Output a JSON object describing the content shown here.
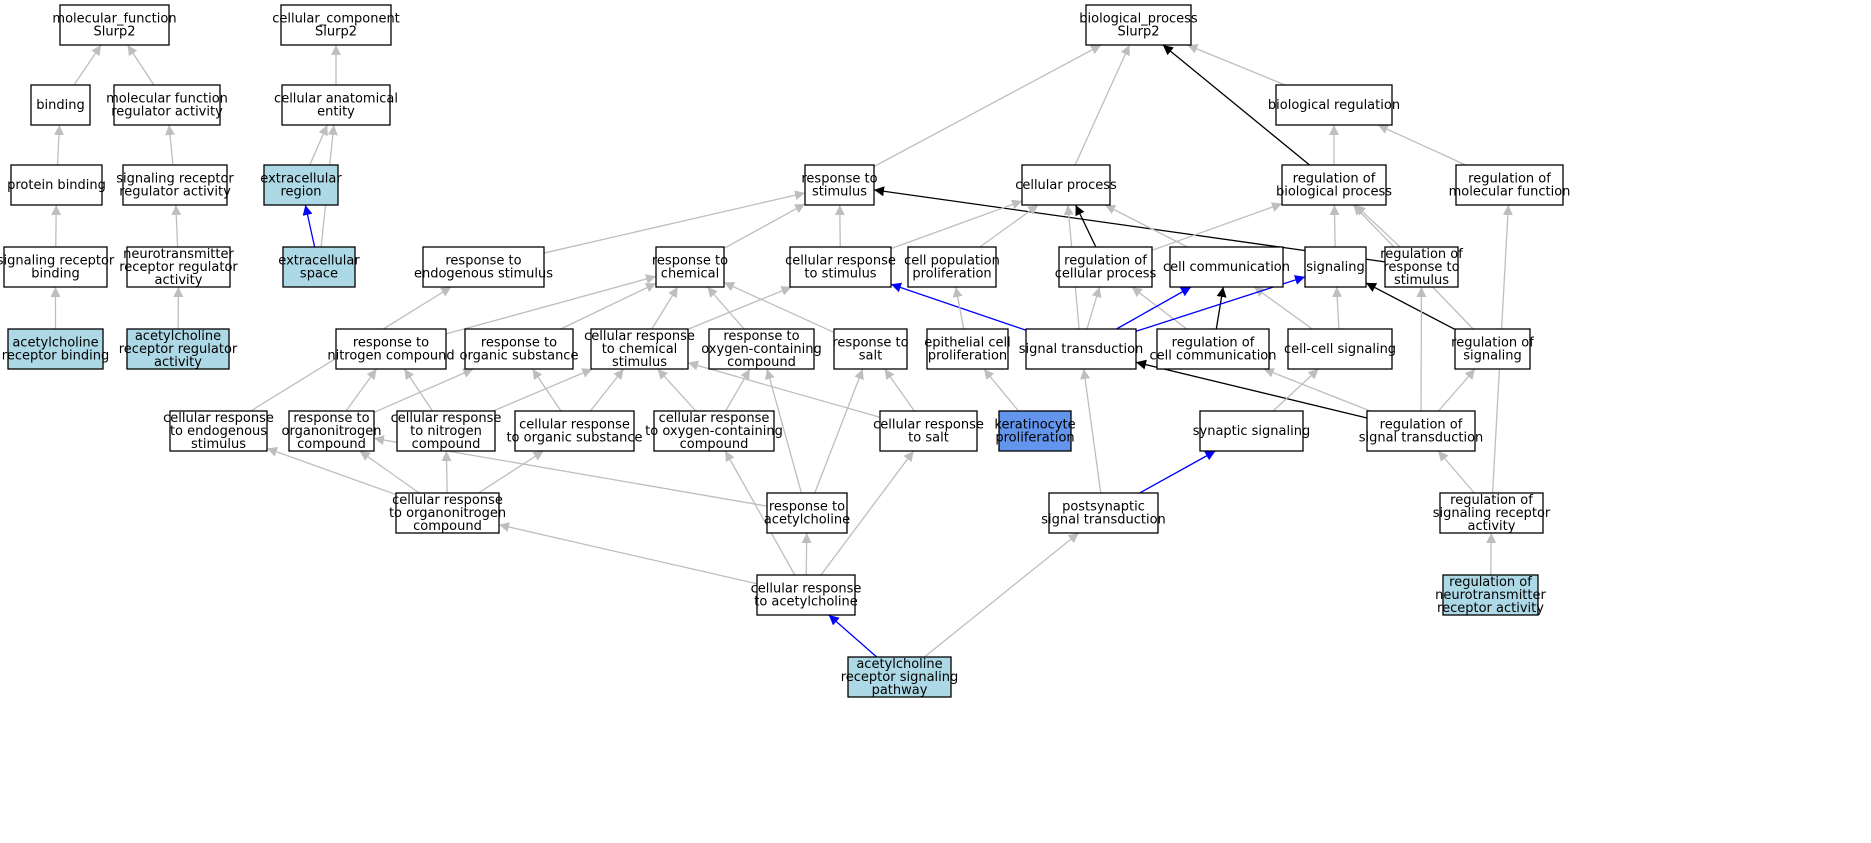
{
  "colors": {
    "default_fill": "#ffffff",
    "highlight_fill": "#add8e6",
    "focus_fill": "#6495ed",
    "edge_gray": "#bebebe",
    "edge_black": "#000000",
    "edge_blue": "#0000ff"
  },
  "nodes": [
    {
      "id": "mf_root",
      "lines": [
        "molecular_function",
        "Slurp2"
      ],
      "fill": "default"
    },
    {
      "id": "cc_root",
      "lines": [
        "cellular_component",
        "Slurp2"
      ],
      "fill": "default"
    },
    {
      "id": "bp_root",
      "lines": [
        "biological_process",
        "Slurp2"
      ],
      "fill": "default"
    },
    {
      "id": "binding",
      "lines": [
        "binding"
      ],
      "fill": "default"
    },
    {
      "id": "mf_reg",
      "lines": [
        "molecular function",
        "regulator activity"
      ],
      "fill": "default"
    },
    {
      "id": "cae",
      "lines": [
        "cellular anatomical",
        "entity"
      ],
      "fill": "default"
    },
    {
      "id": "bio_reg",
      "lines": [
        "biological regulation"
      ],
      "fill": "default"
    },
    {
      "id": "protein_binding",
      "lines": [
        "protein binding"
      ],
      "fill": "default"
    },
    {
      "id": "srra",
      "lines": [
        "signaling receptor",
        "regulator activity"
      ],
      "fill": "default"
    },
    {
      "id": "extra_region",
      "lines": [
        "extracellular",
        "region"
      ],
      "fill": "highlight"
    },
    {
      "id": "resp_stim",
      "lines": [
        "response to",
        "stimulus"
      ],
      "fill": "default"
    },
    {
      "id": "cell_proc",
      "lines": [
        "cellular process"
      ],
      "fill": "default"
    },
    {
      "id": "reg_bio_proc",
      "lines": [
        "regulation of",
        "biological process"
      ],
      "fill": "default"
    },
    {
      "id": "reg_mol_func",
      "lines": [
        "regulation of",
        "molecular function"
      ],
      "fill": "default"
    },
    {
      "id": "srb",
      "lines": [
        "signaling receptor",
        "binding"
      ],
      "fill": "default"
    },
    {
      "id": "nrra",
      "lines": [
        "neurotransmitter",
        "receptor regulator",
        "activity"
      ],
      "fill": "default"
    },
    {
      "id": "extra_space",
      "lines": [
        "extracellular",
        "space"
      ],
      "fill": "highlight"
    },
    {
      "id": "resp_endo",
      "lines": [
        "response to",
        "endogenous stimulus"
      ],
      "fill": "default"
    },
    {
      "id": "resp_chem",
      "lines": [
        "response to",
        "chemical"
      ],
      "fill": "default"
    },
    {
      "id": "cell_resp_stim",
      "lines": [
        "cellular response",
        "to stimulus"
      ],
      "fill": "default"
    },
    {
      "id": "cell_pop_prolif",
      "lines": [
        "cell population",
        "proliferation"
      ],
      "fill": "default"
    },
    {
      "id": "reg_cell_proc",
      "lines": [
        "regulation of",
        "cellular process"
      ],
      "fill": "default"
    },
    {
      "id": "cell_comm",
      "lines": [
        "cell communication"
      ],
      "fill": "default"
    },
    {
      "id": "signaling",
      "lines": [
        "signaling"
      ],
      "fill": "default"
    },
    {
      "id": "reg_resp_stim",
      "lines": [
        "regulation of",
        "response to",
        "stimulus"
      ],
      "fill": "default"
    },
    {
      "id": "achrb",
      "lines": [
        "acetylcholine",
        "receptor binding"
      ],
      "fill": "highlight"
    },
    {
      "id": "achrra",
      "lines": [
        "acetylcholine",
        "receptor regulator",
        "activity"
      ],
      "fill": "highlight"
    },
    {
      "id": "resp_nitro",
      "lines": [
        "response to",
        "nitrogen compound"
      ],
      "fill": "default"
    },
    {
      "id": "resp_org",
      "lines": [
        "response to",
        "organic substance"
      ],
      "fill": "default"
    },
    {
      "id": "cell_resp_chem",
      "lines": [
        "cellular response",
        "to chemical",
        "stimulus"
      ],
      "fill": "default"
    },
    {
      "id": "resp_oxy",
      "lines": [
        "response to",
        "oxygen-containing",
        "compound"
      ],
      "fill": "default"
    },
    {
      "id": "resp_salt",
      "lines": [
        "response to",
        "salt"
      ],
      "fill": "default"
    },
    {
      "id": "epi_prolif",
      "lines": [
        "epithelial cell",
        "proliferation"
      ],
      "fill": "default"
    },
    {
      "id": "sig_trans",
      "lines": [
        "signal transduction"
      ],
      "fill": "default"
    },
    {
      "id": "reg_cell_comm",
      "lines": [
        "regulation of",
        "cell communication"
      ],
      "fill": "default"
    },
    {
      "id": "cc_sig",
      "lines": [
        "cell-cell signaling"
      ],
      "fill": "default"
    },
    {
      "id": "reg_sig",
      "lines": [
        "regulation of",
        "signaling"
      ],
      "fill": "default"
    },
    {
      "id": "cell_resp_endo",
      "lines": [
        "cellular response",
        "to endogenous",
        "stimulus"
      ],
      "fill": "default"
    },
    {
      "id": "resp_orgnitro",
      "lines": [
        "response to",
        "organonitrogen",
        "compound"
      ],
      "fill": "default"
    },
    {
      "id": "cell_resp_nitro",
      "lines": [
        "cellular response",
        "to nitrogen",
        "compound"
      ],
      "fill": "default"
    },
    {
      "id": "cell_resp_org",
      "lines": [
        "cellular response",
        "to organic substance"
      ],
      "fill": "default"
    },
    {
      "id": "cell_resp_oxy",
      "lines": [
        "cellular response",
        "to oxygen-containing",
        "compound"
      ],
      "fill": "default"
    },
    {
      "id": "cell_resp_salt",
      "lines": [
        "cellular response",
        "to salt"
      ],
      "fill": "default"
    },
    {
      "id": "kera_prolif",
      "lines": [
        "keratinocyte",
        "proliferation"
      ],
      "fill": "focus"
    },
    {
      "id": "syn_sig",
      "lines": [
        "synaptic signaling"
      ],
      "fill": "default"
    },
    {
      "id": "reg_sig_trans",
      "lines": [
        "regulation of",
        "signal transduction"
      ],
      "fill": "default"
    },
    {
      "id": "cell_resp_orgnitro",
      "lines": [
        "cellular response",
        "to organonitrogen",
        "compound"
      ],
      "fill": "default"
    },
    {
      "id": "resp_ach",
      "lines": [
        "response to",
        "acetylcholine"
      ],
      "fill": "default"
    },
    {
      "id": "post_sig",
      "lines": [
        "postsynaptic",
        "signal transduction"
      ],
      "fill": "default"
    },
    {
      "id": "reg_sr_act",
      "lines": [
        "regulation of",
        "signaling receptor",
        "activity"
      ],
      "fill": "default"
    },
    {
      "id": "cell_resp_ach",
      "lines": [
        "cellular response",
        "to acetylcholine"
      ],
      "fill": "default"
    },
    {
      "id": "reg_nt_act",
      "lines": [
        "regulation of",
        "neurotransmitter",
        "receptor activity"
      ],
      "fill": "highlight"
    },
    {
      "id": "achr_path",
      "lines": [
        "acetylcholine",
        "receptor signaling",
        "pathway"
      ],
      "fill": "highlight"
    }
  ],
  "edges": [
    {
      "from": "binding",
      "to": "mf_root",
      "color": "gray"
    },
    {
      "from": "mf_reg",
      "to": "mf_root",
      "color": "gray"
    },
    {
      "from": "protein_binding",
      "to": "binding",
      "color": "gray"
    },
    {
      "from": "srra",
      "to": "mf_reg",
      "color": "gray"
    },
    {
      "from": "srb",
      "to": "protein_binding",
      "color": "gray"
    },
    {
      "from": "nrra",
      "to": "srra",
      "color": "gray"
    },
    {
      "from": "achrb",
      "to": "srb",
      "color": "gray"
    },
    {
      "from": "achrra",
      "to": "nrra",
      "color": "gray"
    },
    {
      "from": "cae",
      "to": "cc_root",
      "color": "gray"
    },
    {
      "from": "extra_region",
      "to": "cae",
      "color": "gray"
    },
    {
      "from": "extra_space",
      "to": "extra_region",
      "color": "blue"
    },
    {
      "from": "extra_space",
      "to": "cae",
      "color": "gray"
    },
    {
      "from": "resp_stim",
      "to": "bp_root",
      "color": "gray"
    },
    {
      "from": "cell_proc",
      "to": "bp_root",
      "color": "gray"
    },
    {
      "from": "reg_bio_proc",
      "to": "bp_root",
      "color": "black"
    },
    {
      "from": "bio_reg",
      "to": "bp_root",
      "color": "gray"
    },
    {
      "from": "reg_bio_proc",
      "to": "bio_reg",
      "color": "gray"
    },
    {
      "from": "reg_mol_func",
      "to": "bio_reg",
      "color": "gray"
    },
    {
      "from": "resp_endo",
      "to": "resp_stim",
      "color": "gray"
    },
    {
      "from": "resp_chem",
      "to": "resp_stim",
      "color": "gray"
    },
    {
      "from": "cell_resp_stim",
      "to": "resp_stim",
      "color": "gray"
    },
    {
      "from": "reg_resp_stim",
      "to": "resp_stim",
      "color": "black"
    },
    {
      "from": "cell_resp_stim",
      "to": "cell_proc",
      "color": "gray"
    },
    {
      "from": "cell_pop_prolif",
      "to": "cell_proc",
      "color": "gray"
    },
    {
      "from": "reg_cell_proc",
      "to": "cell_proc",
      "color": "black"
    },
    {
      "from": "cell_comm",
      "to": "cell_proc",
      "color": "gray"
    },
    {
      "from": "sig_trans",
      "to": "cell_proc",
      "color": "gray"
    },
    {
      "from": "reg_cell_proc",
      "to": "reg_bio_proc",
      "color": "gray"
    },
    {
      "from": "signaling",
      "to": "reg_bio_proc",
      "color": "gray"
    },
    {
      "from": "reg_resp_stim",
      "to": "reg_bio_proc",
      "color": "gray"
    },
    {
      "from": "reg_sig",
      "to": "reg_bio_proc",
      "color": "gray"
    },
    {
      "from": "resp_nitro",
      "to": "resp_chem",
      "color": "gray"
    },
    {
      "from": "resp_org",
      "to": "resp_chem",
      "color": "gray"
    },
    {
      "from": "cell_resp_chem",
      "to": "resp_chem",
      "color": "gray"
    },
    {
      "from": "resp_oxy",
      "to": "resp_chem",
      "color": "gray"
    },
    {
      "from": "resp_salt",
      "to": "resp_chem",
      "color": "gray"
    },
    {
      "from": "cell_resp_chem",
      "to": "cell_resp_stim",
      "color": "gray"
    },
    {
      "from": "sig_trans",
      "to": "cell_resp_stim",
      "color": "blue"
    },
    {
      "from": "epi_prolif",
      "to": "cell_pop_prolif",
      "color": "gray"
    },
    {
      "from": "sig_trans",
      "to": "reg_cell_proc",
      "color": "gray"
    },
    {
      "from": "reg_cell_comm",
      "to": "reg_cell_proc",
      "color": "gray"
    },
    {
      "from": "sig_trans",
      "to": "cell_comm",
      "color": "blue"
    },
    {
      "from": "reg_cell_comm",
      "to": "cell_comm",
      "color": "black"
    },
    {
      "from": "cc_sig",
      "to": "cell_comm",
      "color": "gray"
    },
    {
      "from": "sig_trans",
      "to": "signaling",
      "color": "blue"
    },
    {
      "from": "cc_sig",
      "to": "signaling",
      "color": "gray"
    },
    {
      "from": "reg_sig",
      "to": "signaling",
      "color": "black"
    },
    {
      "from": "reg_sig_trans",
      "to": "reg_resp_stim",
      "color": "gray"
    },
    {
      "from": "cell_resp_endo",
      "to": "resp_endo",
      "color": "gray"
    },
    {
      "from": "resp_orgnitro",
      "to": "resp_nitro",
      "color": "gray"
    },
    {
      "from": "cell_resp_nitro",
      "to": "resp_nitro",
      "color": "gray"
    },
    {
      "from": "resp_orgnitro",
      "to": "resp_org",
      "color": "gray"
    },
    {
      "from": "cell_resp_org",
      "to": "resp_org",
      "color": "gray"
    },
    {
      "from": "cell_resp_nitro",
      "to": "cell_resp_chem",
      "color": "gray"
    },
    {
      "from": "cell_resp_org",
      "to": "cell_resp_chem",
      "color": "gray"
    },
    {
      "from": "cell_resp_oxy",
      "to": "cell_resp_chem",
      "color": "gray"
    },
    {
      "from": "cell_resp_salt",
      "to": "cell_resp_chem",
      "color": "gray"
    },
    {
      "from": "cell_resp_oxy",
      "to": "resp_oxy",
      "color": "gray"
    },
    {
      "from": "resp_ach",
      "to": "resp_oxy",
      "color": "gray"
    },
    {
      "from": "cell_resp_salt",
      "to": "resp_salt",
      "color": "gray"
    },
    {
      "from": "resp_ach",
      "to": "resp_salt",
      "color": "gray"
    },
    {
      "from": "kera_prolif",
      "to": "epi_prolif",
      "color": "gray"
    },
    {
      "from": "post_sig",
      "to": "sig_trans",
      "color": "gray"
    },
    {
      "from": "reg_sig_trans",
      "to": "sig_trans",
      "color": "black"
    },
    {
      "from": "reg_sig_trans",
      "to": "reg_cell_comm",
      "color": "gray"
    },
    {
      "from": "syn_sig",
      "to": "cc_sig",
      "color": "gray"
    },
    {
      "from": "reg_sig_trans",
      "to": "reg_sig",
      "color": "gray"
    },
    {
      "from": "cell_resp_orgnitro",
      "to": "cell_resp_endo",
      "color": "gray"
    },
    {
      "from": "cell_resp_orgnitro",
      "to": "resp_orgnitro",
      "color": "gray"
    },
    {
      "from": "resp_ach",
      "to": "resp_orgnitro",
      "color": "gray"
    },
    {
      "from": "cell_resp_orgnitro",
      "to": "cell_resp_nitro",
      "color": "gray"
    },
    {
      "from": "cell_resp_orgnitro",
      "to": "cell_resp_org",
      "color": "gray"
    },
    {
      "from": "cell_resp_ach",
      "to": "cell_resp_oxy",
      "color": "gray"
    },
    {
      "from": "cell_resp_ach",
      "to": "cell_resp_salt",
      "color": "gray"
    },
    {
      "from": "post_sig",
      "to": "syn_sig",
      "color": "blue"
    },
    {
      "from": "reg_sr_act",
      "to": "reg_sig_trans",
      "color": "gray"
    },
    {
      "from": "reg_sr_act",
      "to": "reg_mol_func",
      "color": "gray"
    },
    {
      "from": "cell_resp_ach",
      "to": "cell_resp_orgnitro",
      "color": "gray"
    },
    {
      "from": "cell_resp_ach",
      "to": "resp_ach",
      "color": "gray"
    },
    {
      "from": "reg_nt_act",
      "to": "reg_sr_act",
      "color": "gray"
    },
    {
      "from": "achr_path",
      "to": "cell_resp_ach",
      "color": "blue"
    },
    {
      "from": "achr_path",
      "to": "post_sig",
      "color": "gray"
    }
  ]
}
